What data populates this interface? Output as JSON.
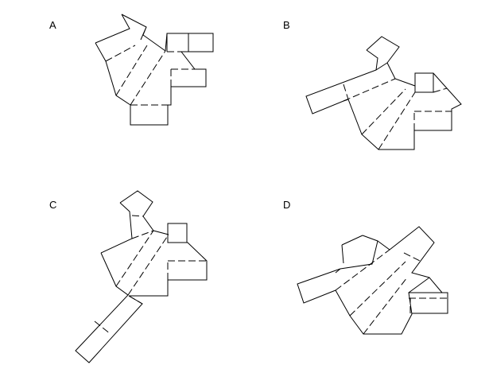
{
  "options": [
    {
      "id": "A",
      "label": "A"
    },
    {
      "id": "B",
      "label": "B"
    },
    {
      "id": "C",
      "label": "C"
    },
    {
      "id": "D",
      "label": "D"
    }
  ],
  "colors": {
    "line": "#000000",
    "background": "#ffffff"
  }
}
